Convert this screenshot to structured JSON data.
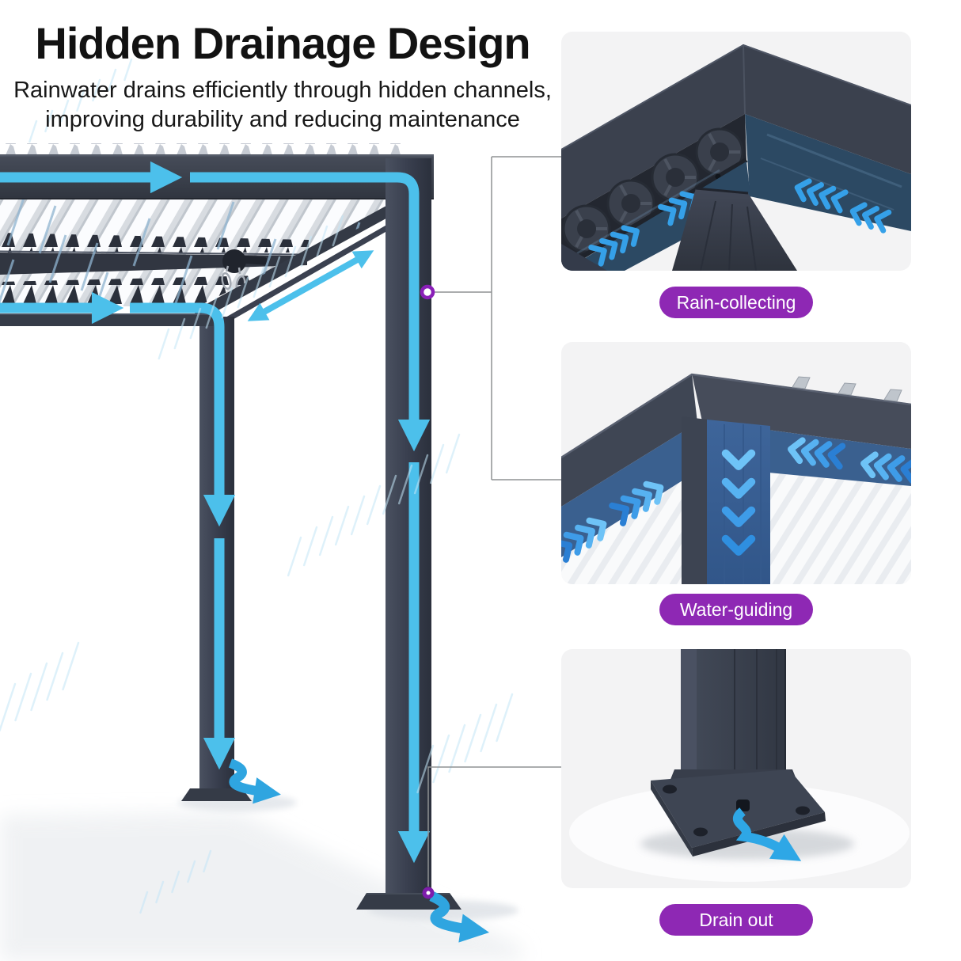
{
  "header": {
    "title": "Hidden Drainage Design",
    "subtitle1": "Rainwater drains efficiently through hidden channels,",
    "subtitle2": "improving durability and reducing maintenance"
  },
  "callouts": [
    {
      "id": "rain-collecting",
      "label": "Rain-collecting"
    },
    {
      "id": "water-guiding",
      "label": "Water-guiding"
    },
    {
      "id": "drain-out",
      "label": "Drain out"
    }
  ],
  "icons": [
    "water-flow-arrow-icon",
    "double-headed-span-arrow-icon",
    "drain-squiggle-arrow-icon",
    "connector-ring-marker-icon",
    "connector-dot-marker-icon",
    "chevron-flow-icon",
    "rain-streak-icon"
  ],
  "colors": {
    "badge_purple": "#8e28b4",
    "marker_purple": "#8a1fb8",
    "flow_blue": "#4cc0eb",
    "chevron_blue": "#35a0e8",
    "channel_steel_blue": "#3a608f",
    "frame_dark": "#3a4050",
    "panel_background": "#f3f3f4",
    "connector_gray": "#8f9294"
  }
}
